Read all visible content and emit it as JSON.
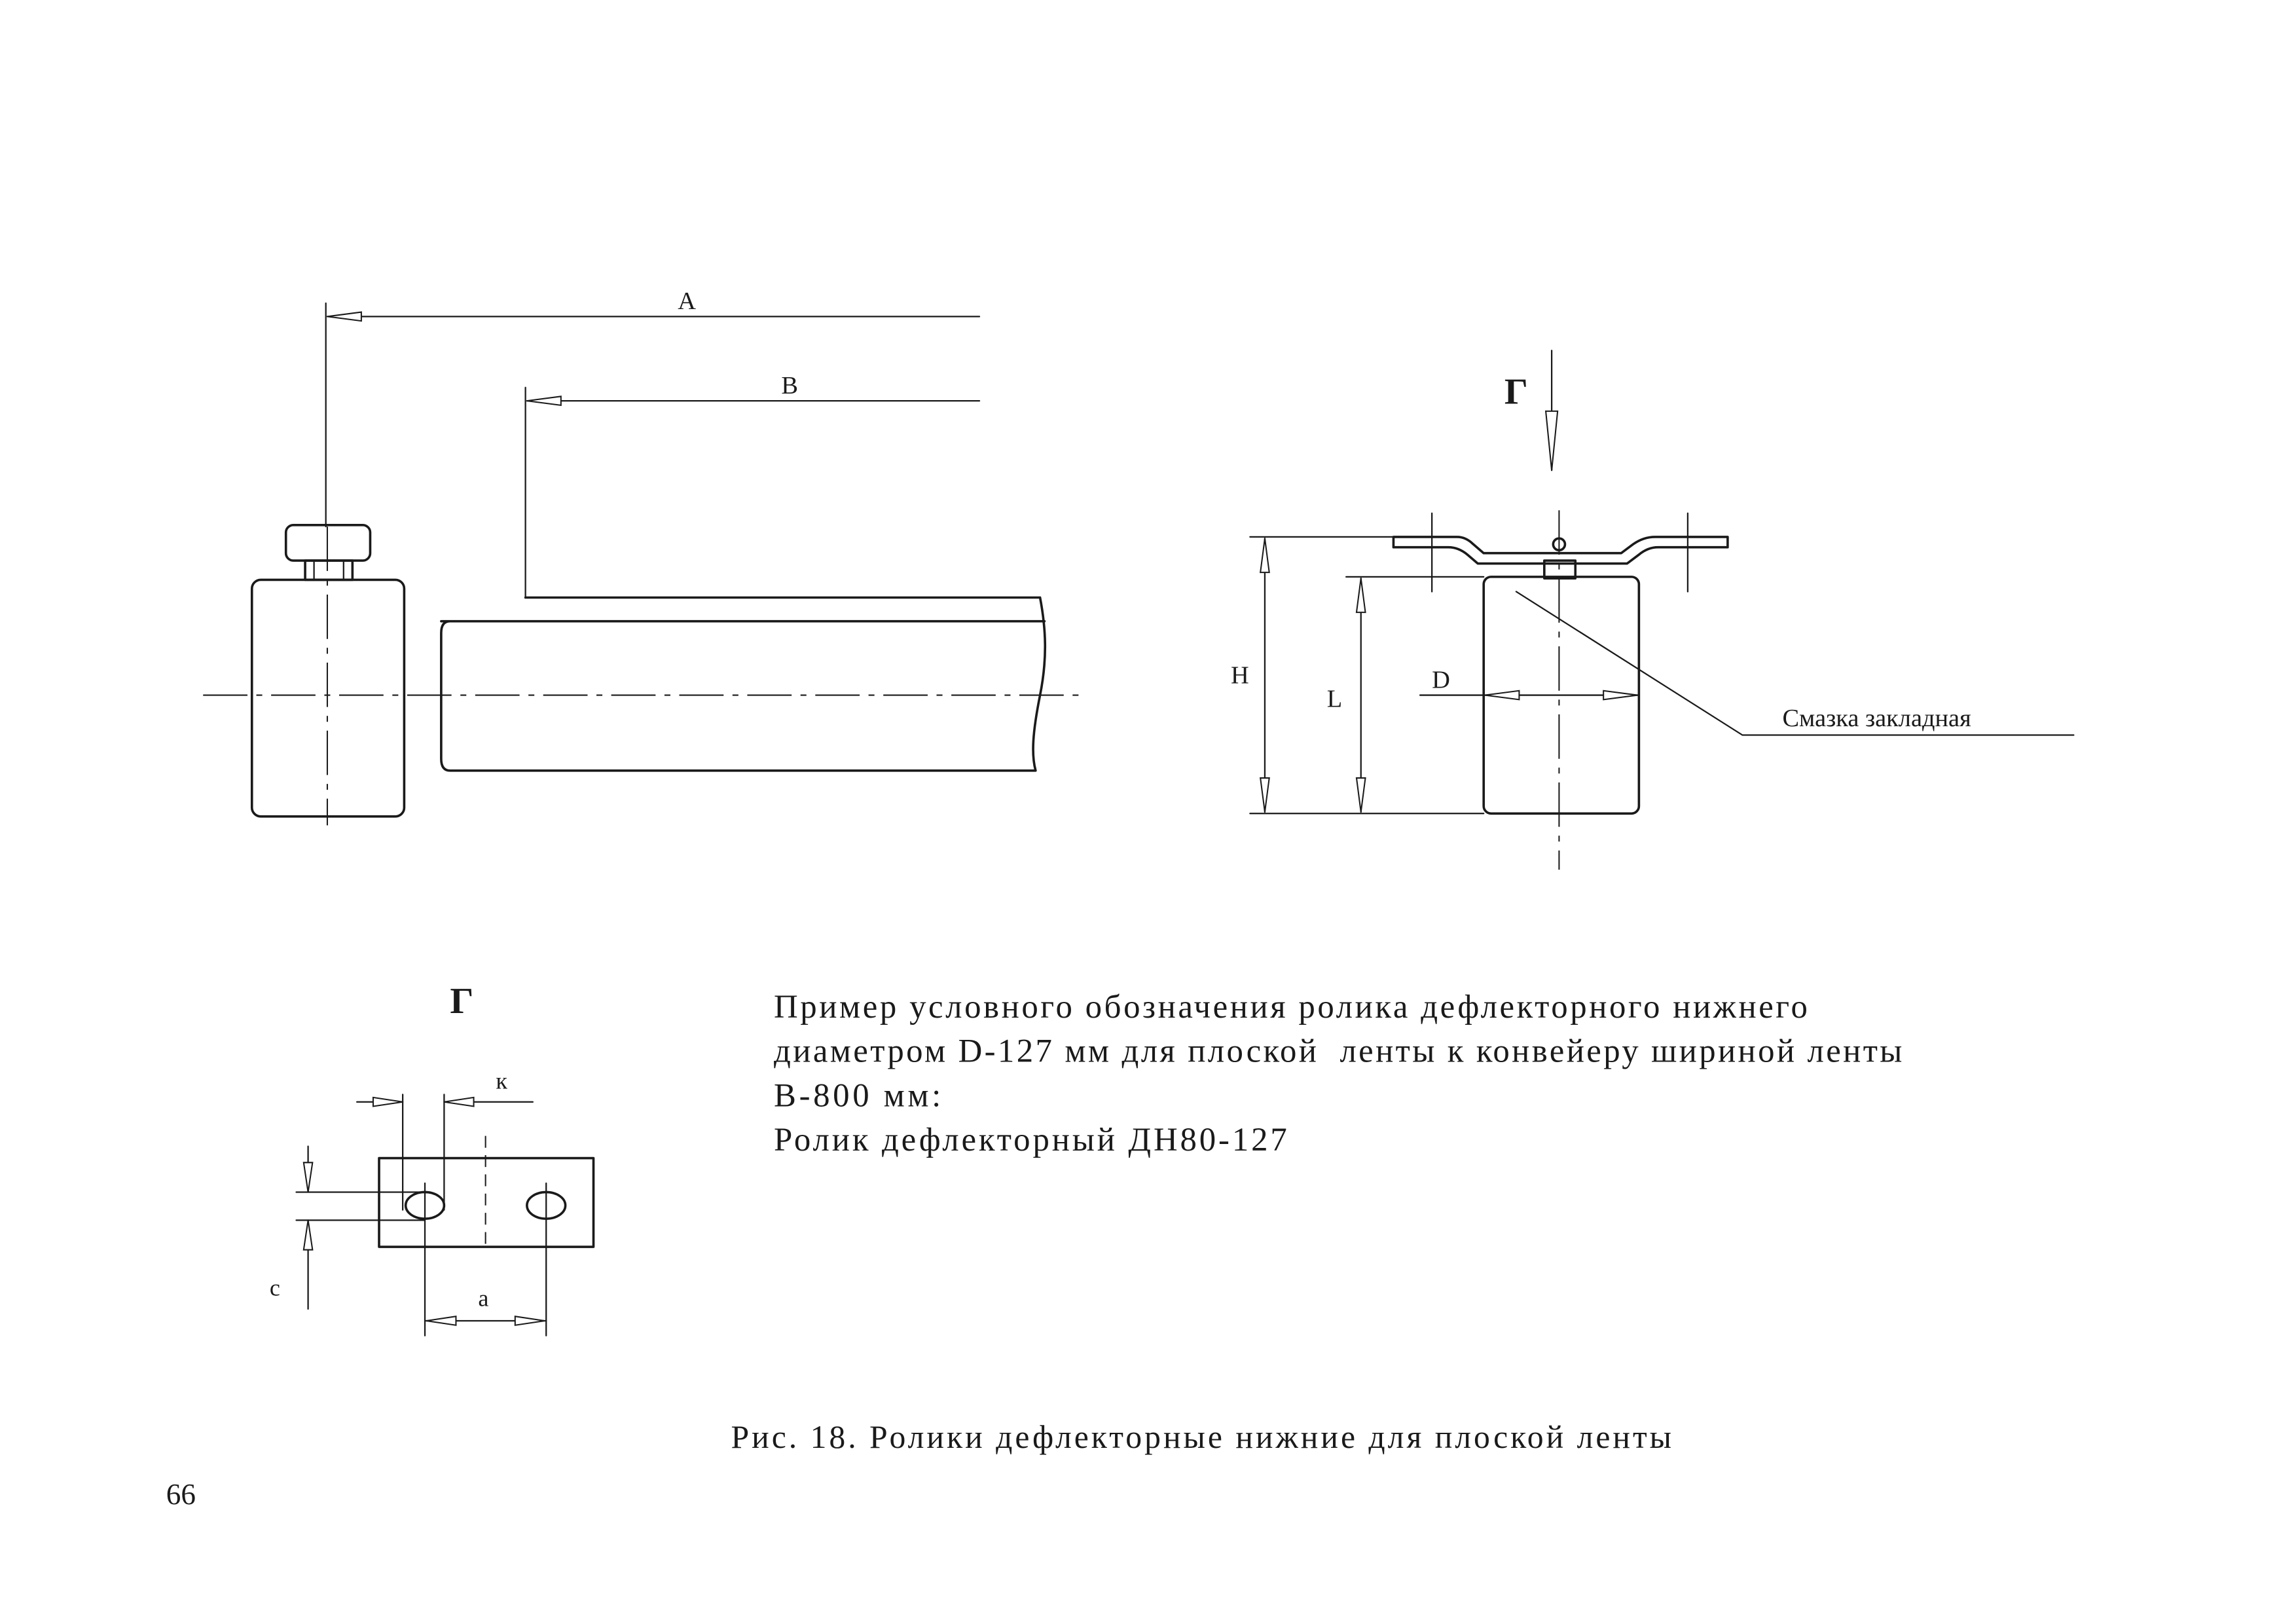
{
  "page": {
    "number": "66"
  },
  "drawing_side": {
    "dim_a_label": "A",
    "dim_b_label": "B"
  },
  "drawing_front": {
    "view_label": "Г",
    "dim_h_label": "H",
    "dim_l_label": "L",
    "dim_d_label": "D",
    "callout_lubricant": "Смазка закладная"
  },
  "drawing_view_g": {
    "title": "Г",
    "dim_k_label": "к",
    "dim_c_label": "с",
    "dim_a_label": "а"
  },
  "designation_example": {
    "lines": [
      "Пример условного обозначения ролика дефлекторного нижнего",
      "диаметром D-127 мм для плоской  ленты к конвейеру шириной ленты",
      "В-800 мм:",
      "Ролик дефлекторный ДН80-127"
    ]
  },
  "caption": "Рис. 18. Ролики дефлекторные нижние для плоской ленты"
}
